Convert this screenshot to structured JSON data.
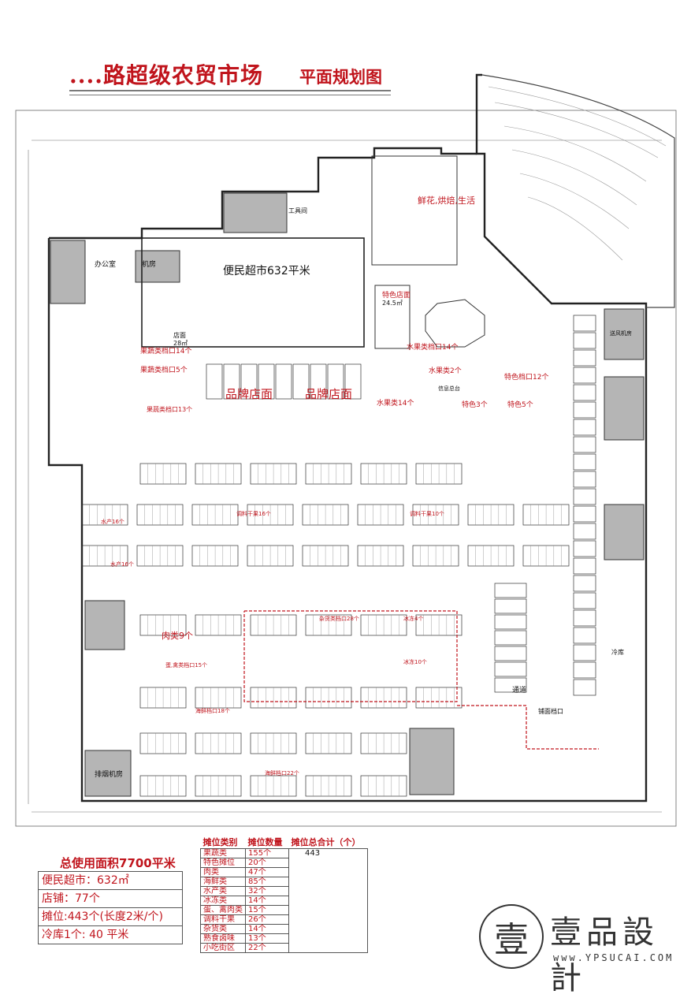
{
  "header": {
    "title": "....路超级农贸市场",
    "subtitle": "平面规划图"
  },
  "plan_labels": {
    "supermarket": "便民超市632平米",
    "office": "办公室",
    "machine_room": "机房",
    "tool_room": "工具间",
    "flower_bake": "鲜花,烘焙,生活",
    "special_store": "特色店面",
    "special_area": "24.5㎡",
    "store": "店面",
    "store_area": "28㎡",
    "brand_store": "品牌店面",
    "veg_stall_14": "果蔬类档口14个",
    "veg_stall_5": "果蔬类档口5个",
    "veg_stall_13": "果蔬类档口13个",
    "fruit_stall_14": "水果类档口14个",
    "fruit_2": "水果类2个",
    "fruit_14": "水果类14个",
    "special_stall_12": "特色档口12个",
    "special_3": "特色3个",
    "special_5": "特色5个",
    "aquatic_16": "水产16个",
    "seasoning_16": "调料干果16个",
    "seasoning_10": "调料干果10个",
    "meat_9": "肉类9个",
    "misc_28": "杂货类档口28个",
    "frozen_4": "冰冻4个",
    "frozen_10": "冰冻10个",
    "seafood_18": "海鲜档口18个",
    "seafood_22": "海鲜档口22个",
    "egg_poultry": "蛋,禽类档口15个",
    "channel": "通道",
    "exhaust_room": "排烟机房",
    "air_room": "送风机房",
    "cold_storage": "冷库",
    "shop_stall": "铺面档口",
    "info_desk": "信息总台"
  },
  "summary": {
    "total_area": "总使用面积7700平米",
    "rows": [
      "便民超市：632㎡",
      "店铺：77个",
      "摊位:443个(长度2米/个)",
      "冷库1个:     40  平米"
    ]
  },
  "stall_table": {
    "headers": [
      "摊位类别",
      "摊位数量",
      "摊位总合计（个）"
    ],
    "total": "443",
    "rows": [
      {
        "type": "果蔬类",
        "count": "155个"
      },
      {
        "type": "特色摊位",
        "count": "20个"
      },
      {
        "type": "肉类",
        "count": "47个"
      },
      {
        "type": "海鲜类",
        "count": "85个"
      },
      {
        "type": "水产类",
        "count": "32个"
      },
      {
        "type": "冰冻类",
        "count": "14个"
      },
      {
        "type": "蛋、禽肉类",
        "count": "15个"
      },
      {
        "type": "调料干果",
        "count": "26个"
      },
      {
        "type": "杂货类",
        "count": "14个"
      },
      {
        "type": "熟食卤味",
        "count": "13个"
      },
      {
        "type": "小吃街区",
        "count": "22个"
      }
    ]
  },
  "logo": {
    "mark": "壹",
    "name": "壹品設計",
    "url": "www.YPSUCAI.COM"
  },
  "colors": {
    "accent": "#c0141c",
    "line": "#333333",
    "fill": "#b5b5b5"
  }
}
